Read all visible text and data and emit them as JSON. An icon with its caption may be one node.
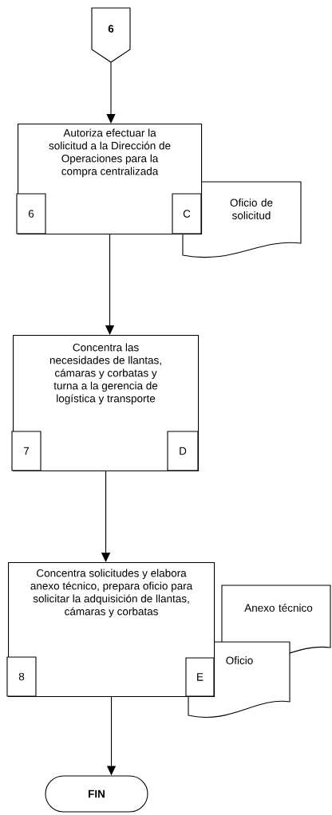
{
  "diagram": {
    "nodes": [
      {
        "text": [
          "6"
        ]
      },
      {
        "text": [
          "Autoriza efectuar la solicitud a la Dirección de Operaciones para la compra centralizada"
        ]
      },
      {
        "text": [
          "6"
        ],
        "in": 1
      },
      {
        "text": [
          "C"
        ],
        "in": 1
      },
      {
        "text": [
          "Oficio de solicitud"
        ]
      },
      {
        "text": [
          "Concentra las necesidades de llantas, cámaras y corbatas y turna a la gerencia de logística y transporte"
        ]
      },
      {
        "text": [
          "7"
        ],
        "in": 5
      },
      {
        "text": [
          "D"
        ],
        "in": 5
      },
      {
        "text": [
          "Concentra solicitudes y elabora anexo técnico, prepara oficio para solicitar la adquisición de llantas, cámaras y corbatas"
        ]
      },
      {
        "text": [
          "8"
        ],
        "in": 8
      },
      {
        "text": [
          "E"
        ]
      },
      {
        "text": [
          "Anexo técnico"
        ]
      },
      {
        "text": [
          "Oficio"
        ]
      },
      {
        "text": [
          "FIN"
        ]
      }
    ],
    "edges": [
      {
        "from": 0,
        "to": 1,
        "arrow": "to"
      },
      {
        "from": 1,
        "to": 5,
        "arrow": "to"
      },
      {
        "from": 5,
        "to": 8,
        "arrow": "to"
      },
      {
        "from": 8,
        "to": 13,
        "arrow": "to"
      }
    ]
  }
}
